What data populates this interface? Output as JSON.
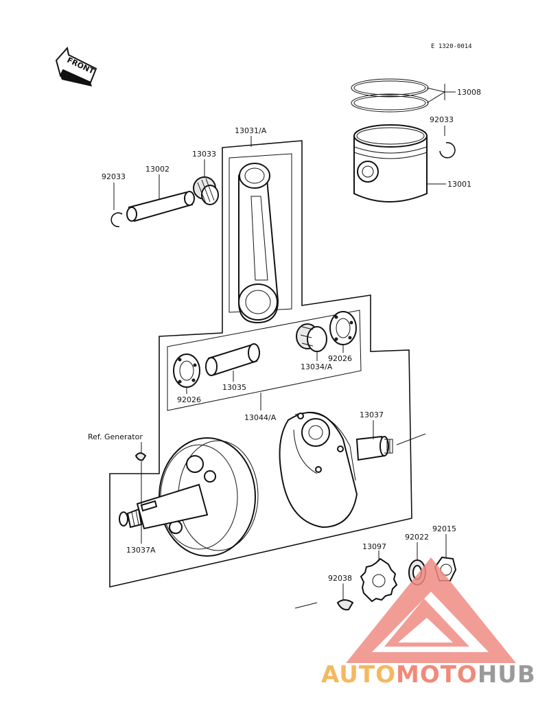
{
  "diagram_code": "E 1320-0014",
  "front_label": "FRONT",
  "ref_label": "Ref. Generator",
  "parts": {
    "p13008": "13008",
    "p92033_right": "92033",
    "p13001": "13001",
    "p13031": "13031/A",
    "p13033": "13033",
    "p13002": "13002",
    "p92033_left": "92033",
    "p92026_right": "92026",
    "p13034": "13034/A",
    "p13035": "13035",
    "p92026_left": "92026",
    "p13044": "13044/A",
    "p13037": "13037",
    "p13037A": "13037A",
    "p92022": "92022",
    "p92015": "92015",
    "p13097": "13097",
    "p92038": "92038"
  },
  "watermark": {
    "part1": "AUTO",
    "part2": "MOTO",
    "part3": "HUB",
    "color1": "#f4b860",
    "color2": "#f08a7a",
    "color3": "#9a9a9a",
    "logo_color": "#ef8c84"
  }
}
